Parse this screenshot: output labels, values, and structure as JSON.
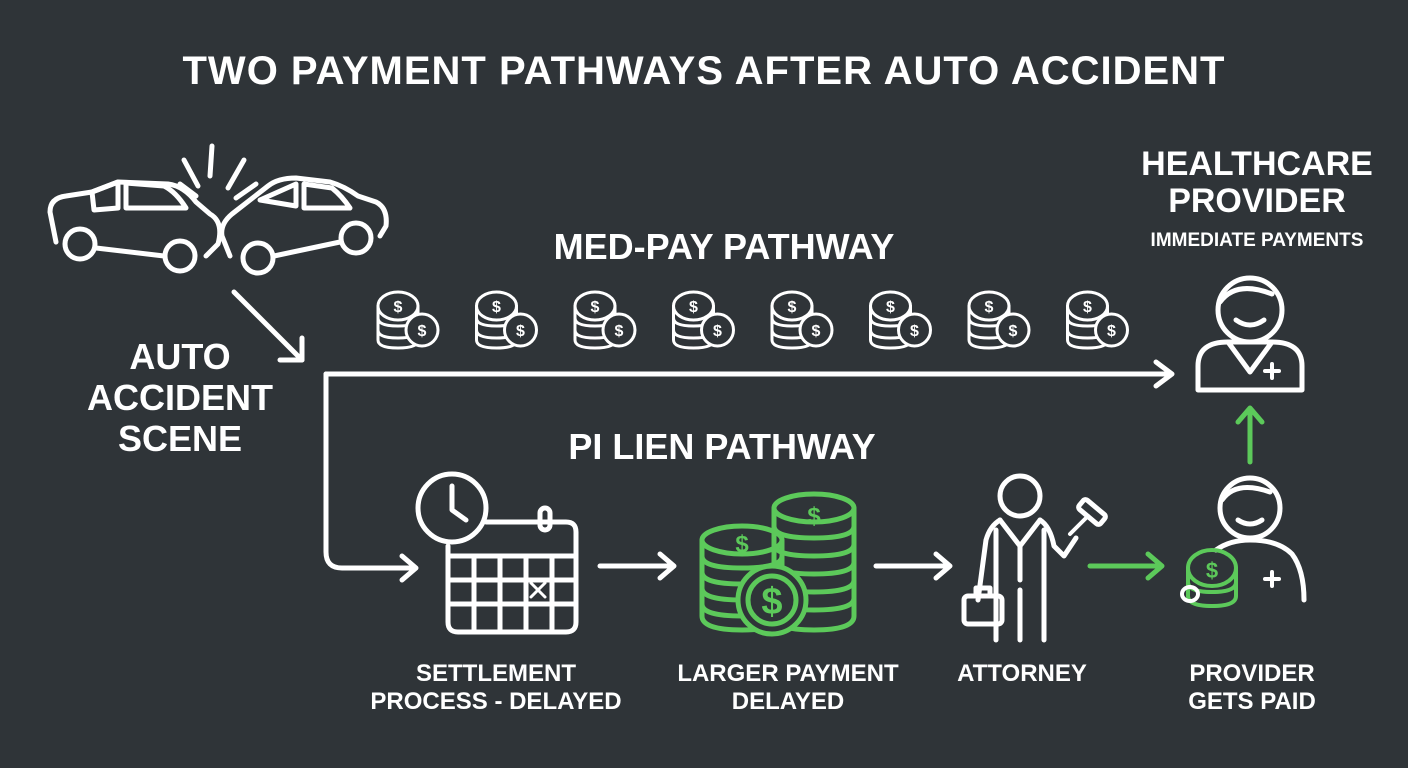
{
  "title": "TWO PAYMENT PATHWAYS AFTER AUTO ACCIDENT",
  "med_pay": {
    "heading": "MED-PAY PATHWAY",
    "coin_count": 8
  },
  "pi_lien": {
    "heading": "PI LIEN PATHWAY"
  },
  "scene": {
    "label_lines": [
      "AUTO",
      "ACCIDENT",
      "SCENE"
    ]
  },
  "provider": {
    "title_lines": [
      "HEALTHCARE",
      "PROVIDER"
    ],
    "subtitle": "IMMEDIATE PAYMENTS"
  },
  "steps": [
    {
      "lines": [
        "SETTLEMENT",
        "PROCESS - DELAYED"
      ]
    },
    {
      "lines": [
        "LARGER PAYMENT",
        "DELAYED"
      ]
    },
    {
      "lines": [
        "ATTORNEY"
      ]
    },
    {
      "lines": [
        "PROVIDER",
        "GETS PAID"
      ]
    }
  ],
  "colors": {
    "background": "#2f3438",
    "line": "#ffffff",
    "accent": "#5cc95a"
  },
  "icons": [
    "car-crash-icon",
    "coin-stack-icon",
    "clock-icon",
    "calendar-icon",
    "money-stack-icon",
    "attorney-icon",
    "doctor-icon"
  ]
}
